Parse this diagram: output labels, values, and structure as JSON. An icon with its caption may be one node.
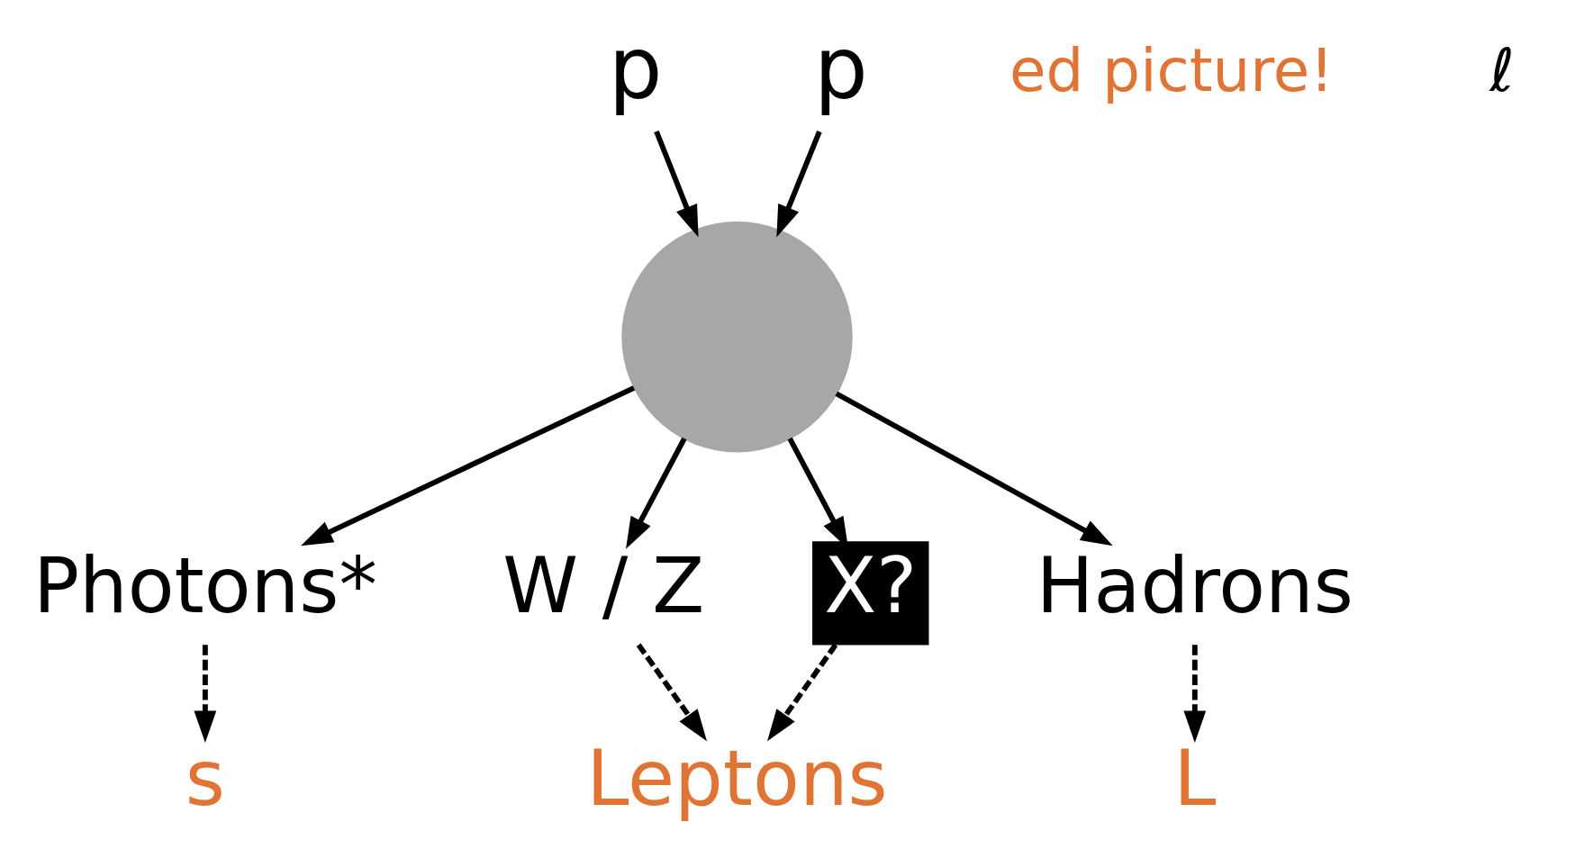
{
  "diagram": {
    "nodes": [
      {
        "text": [
          "p"
        ]
      },
      {
        "text": [
          "p"
        ]
      },
      {
        "text": [],
        "shape": "circle"
      },
      {
        "text": [
          "Photons*"
        ]
      },
      {
        "text": [
          "W / Z"
        ]
      },
      {
        "text": [
          "X?"
        ]
      },
      {
        "text": [
          "Hadrons"
        ]
      },
      {
        "text": [
          "s"
        ]
      },
      {
        "text": [
          "Leptons"
        ]
      },
      {
        "text": [
          "L"
        ]
      }
    ],
    "edges": [
      {
        "from": 0,
        "to": 2,
        "arrow": "to"
      },
      {
        "from": 1,
        "to": 2,
        "arrow": "to"
      },
      {
        "from": 2,
        "to": 3,
        "arrow": "to"
      },
      {
        "from": 2,
        "to": 4,
        "arrow": "to"
      },
      {
        "from": 2,
        "to": 5,
        "arrow": "to"
      },
      {
        "from": 2,
        "to": 6,
        "arrow": "to"
      },
      {
        "from": 3,
        "to": 7,
        "arrow": "to",
        "style": "dashed"
      },
      {
        "from": 4,
        "to": 8,
        "arrow": "to",
        "style": "dashed"
      },
      {
        "from": 5,
        "to": 8,
        "arrow": "to",
        "style": "dashed"
      },
      {
        "from": 6,
        "to": 9,
        "arrow": "to",
        "style": "dashed"
      }
    ],
    "labels": [
      "ed picture!",
      "ℓ"
    ]
  }
}
